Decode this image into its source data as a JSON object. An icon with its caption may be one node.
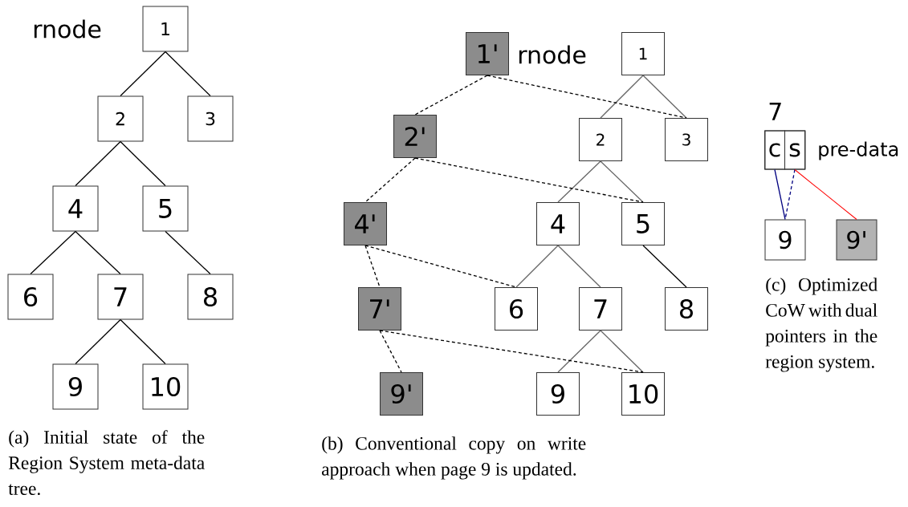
{
  "diagram": {
    "nodes": [
      {
        "text": [
          "1"
        ]
      },
      {
        "text": [
          "2"
        ]
      },
      {
        "text": [
          "3"
        ]
      },
      {
        "text": [
          "4"
        ]
      },
      {
        "text": [
          "5"
        ]
      },
      {
        "text": [
          "6"
        ]
      },
      {
        "text": [
          "7"
        ]
      },
      {
        "text": [
          "8"
        ]
      },
      {
        "text": [
          "9"
        ]
      },
      {
        "text": [
          "10"
        ]
      },
      {
        "text": [
          "1'"
        ]
      },
      {
        "text": [
          "1"
        ]
      },
      {
        "text": [
          "2'"
        ]
      },
      {
        "text": [
          "2"
        ]
      },
      {
        "text": [
          "3"
        ]
      },
      {
        "text": [
          "4'"
        ]
      },
      {
        "text": [
          "4"
        ]
      },
      {
        "text": [
          "5"
        ]
      },
      {
        "text": [
          "7'"
        ]
      },
      {
        "text": [
          "6"
        ]
      },
      {
        "text": [
          "7"
        ]
      },
      {
        "text": [
          "8"
        ]
      },
      {
        "text": [
          "9'"
        ]
      },
      {
        "text": [
          "9"
        ]
      },
      {
        "text": [
          "10"
        ]
      },
      {
        "text": [
          "7"
        ],
        "beside": [
          "pre-data"
        ]
      },
      {
        "text": [
          "c"
        ],
        "in": 25
      },
      {
        "text": [
          "s"
        ],
        "in": 25
      },
      {
        "text": [
          "9"
        ]
      },
      {
        "text": [
          "9'"
        ]
      }
    ],
    "edges": [
      {
        "from": 0,
        "to": 1,
        "arrow": "none"
      },
      {
        "from": 0,
        "to": 2,
        "arrow": "none"
      },
      {
        "from": 1,
        "to": 3,
        "arrow": "none"
      },
      {
        "from": 1,
        "to": 4,
        "arrow": "none"
      },
      {
        "from": 3,
        "to": 5,
        "arrow": "none"
      },
      {
        "from": 3,
        "to": 6,
        "arrow": "none"
      },
      {
        "from": 4,
        "to": 7,
        "arrow": "none"
      },
      {
        "from": 6,
        "to": 8,
        "arrow": "none"
      },
      {
        "from": 6,
        "to": 9,
        "arrow": "none"
      },
      {
        "from": 11,
        "to": 13,
        "arrow": "none",
        "color": "#666666"
      },
      {
        "from": 11,
        "to": 14,
        "arrow": "none",
        "color": "#666666"
      },
      {
        "from": 13,
        "to": 16,
        "arrow": "none",
        "color": "#666666"
      },
      {
        "from": 13,
        "to": 17,
        "arrow": "none",
        "color": "#666666"
      },
      {
        "from": 16,
        "to": 19,
        "arrow": "none",
        "color": "#666666"
      },
      {
        "from": 16,
        "to": 20,
        "arrow": "none",
        "color": "#666666"
      },
      {
        "from": 17,
        "to": 21,
        "arrow": "none"
      },
      {
        "from": 20,
        "to": 23,
        "arrow": "none",
        "color": "#666666"
      },
      {
        "from": 20,
        "to": 24,
        "arrow": "none",
        "color": "#666666"
      },
      {
        "from": 10,
        "to": 12,
        "arrow": "none",
        "style": "dashed"
      },
      {
        "from": 10,
        "to": 14,
        "arrow": "none",
        "style": "dashed"
      },
      {
        "from": 12,
        "to": 15,
        "arrow": "none",
        "style": "dashed"
      },
      {
        "from": 12,
        "to": 17,
        "arrow": "none",
        "style": "dashed"
      },
      {
        "from": 15,
        "to": 18,
        "arrow": "none",
        "style": "dashed"
      },
      {
        "from": 15,
        "to": 19,
        "arrow": "none",
        "style": "dashed"
      },
      {
        "from": 18,
        "to": 22,
        "arrow": "none",
        "style": "dashed"
      },
      {
        "from": 18,
        "to": 24,
        "arrow": "none",
        "style": "dashed"
      },
      {
        "from": 26,
        "to": 28,
        "arrow": "none",
        "color": "#000080"
      },
      {
        "from": 27,
        "to": 28,
        "arrow": "none",
        "style": "dashed",
        "color": "#000080"
      },
      {
        "from": 27,
        "to": 29,
        "arrow": "none",
        "color": "#ff0000"
      }
    ],
    "labels": [
      "rnode",
      "rnode",
      "(a) Initial state of the Region System meta-data tree.",
      "(b) Conventional copy on write approach when page 9 is updated.",
      "(c) Optimized CoW with dual pointers in the region system."
    ]
  }
}
